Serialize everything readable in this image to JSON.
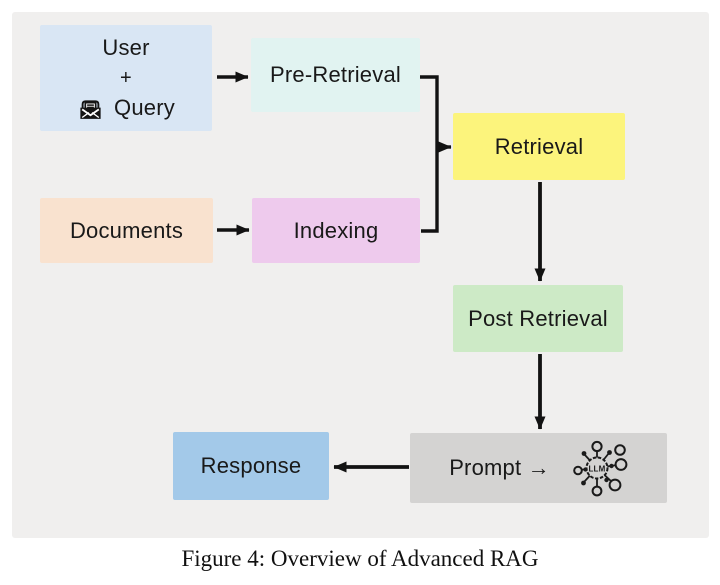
{
  "figure": {
    "caption": "Figure 4: Overview of Advanced RAG"
  },
  "colors": {
    "panel_bg": "#f0efee",
    "page_bg": "#ffffff",
    "arrow": "#121212",
    "user_query": "#d9e6f4",
    "pre_retrieval": "#e1f3f1",
    "documents": "#f9e2cf",
    "indexing": "#eecaed",
    "retrieval": "#fcf47c",
    "post_retrieval": "#cdeac6",
    "prompt": "#d4d3d2",
    "response": "#a3c9e9"
  },
  "diagram": {
    "nodes": {
      "user_query": {
        "line1": "User",
        "line2": "+",
        "line3": "Query",
        "icon": "open-envelope-icon"
      },
      "pre_retrieval": {
        "label": "Pre-Retrieval"
      },
      "documents": {
        "label": "Documents"
      },
      "indexing": {
        "label": "Indexing"
      },
      "retrieval": {
        "label": "Retrieval"
      },
      "post_retrieval": {
        "label": "Post Retrieval"
      },
      "prompt": {
        "label": "Prompt →",
        "icon": "llm-network-icon",
        "icon_text": "LLM"
      },
      "response": {
        "label": "Response"
      }
    },
    "edges": [
      {
        "from": "user_query",
        "to": "pre_retrieval"
      },
      {
        "from": "documents",
        "to": "indexing"
      },
      {
        "from": "pre_retrieval",
        "to": "retrieval"
      },
      {
        "from": "indexing",
        "to": "retrieval"
      },
      {
        "from": "retrieval",
        "to": "post_retrieval"
      },
      {
        "from": "post_retrieval",
        "to": "prompt"
      },
      {
        "from": "prompt",
        "to": "response"
      }
    ]
  }
}
